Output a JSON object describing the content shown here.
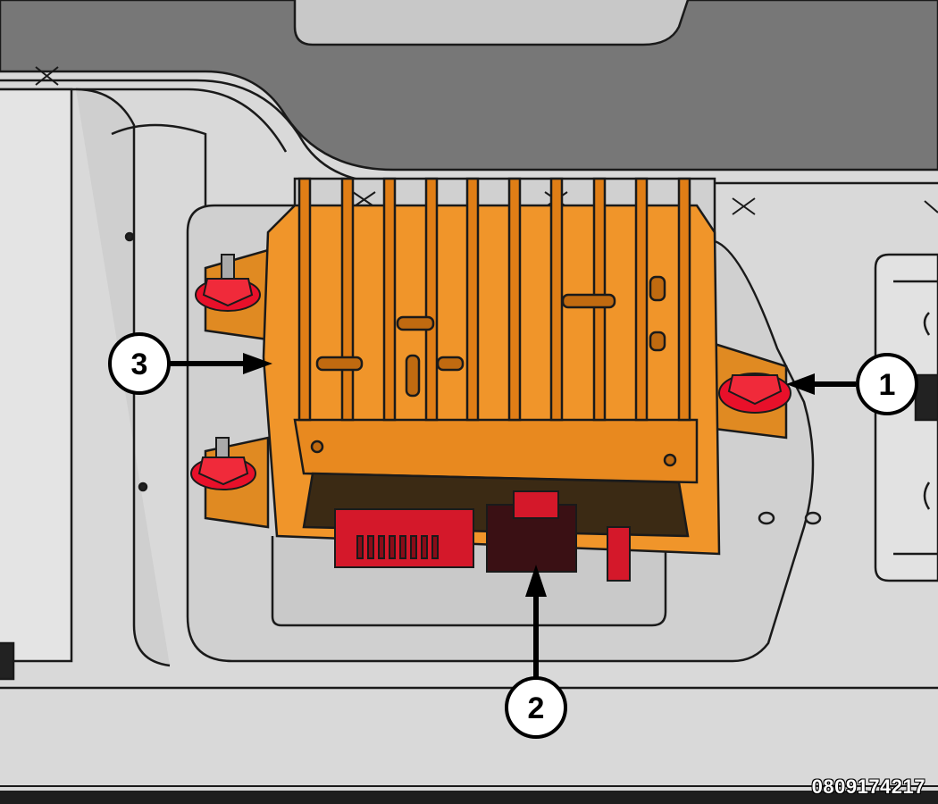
{
  "figure": {
    "id_label": "0809174217",
    "callouts": [
      {
        "number": "1",
        "target": "mounting nut"
      },
      {
        "number": "2",
        "target": "electrical connector"
      },
      {
        "number": "3",
        "target": "module"
      }
    ]
  },
  "colors": {
    "module": "#f0952a",
    "module_dark": "#c06a10",
    "fastener": "#e8102a",
    "panel": "#dcdcdc",
    "outline": "#1a1a1a"
  }
}
